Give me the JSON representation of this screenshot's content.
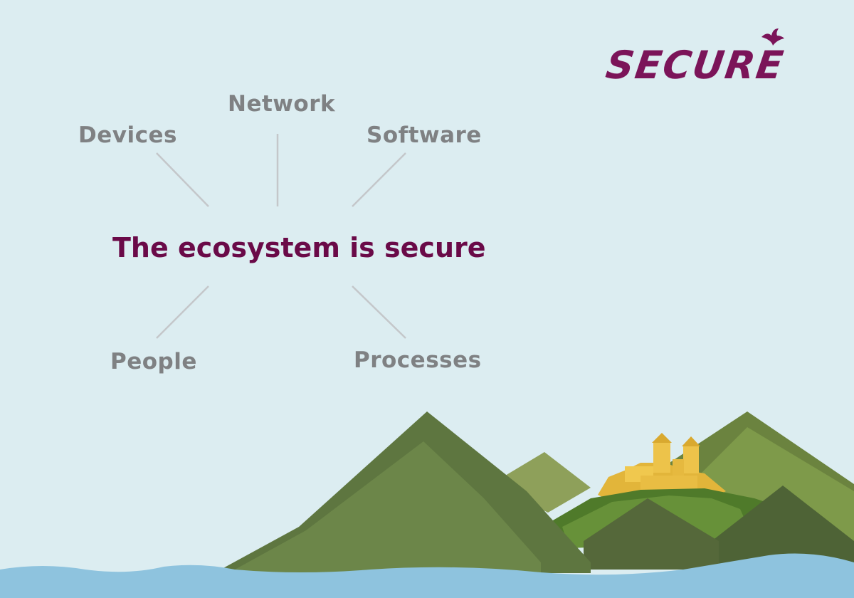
{
  "logo": {
    "text": "SECURE",
    "color": "#7b1459"
  },
  "diagram": {
    "center": "The ecosystem is secure",
    "nodes": {
      "devices": "Devices",
      "network": "Network",
      "software": "Software",
      "people": "People",
      "processes": "Processes"
    }
  },
  "colors": {
    "sky": "#dcedf1",
    "center_text": "#6a0a48",
    "node_text": "#7f8183",
    "connector": "#c4c7ca",
    "water": "#8ec3de",
    "mountain_dark": "#5b6f3e",
    "mountain_mid": "#768f47",
    "mountain_light": "#8ea05a",
    "castle": "#e8bd3c"
  }
}
